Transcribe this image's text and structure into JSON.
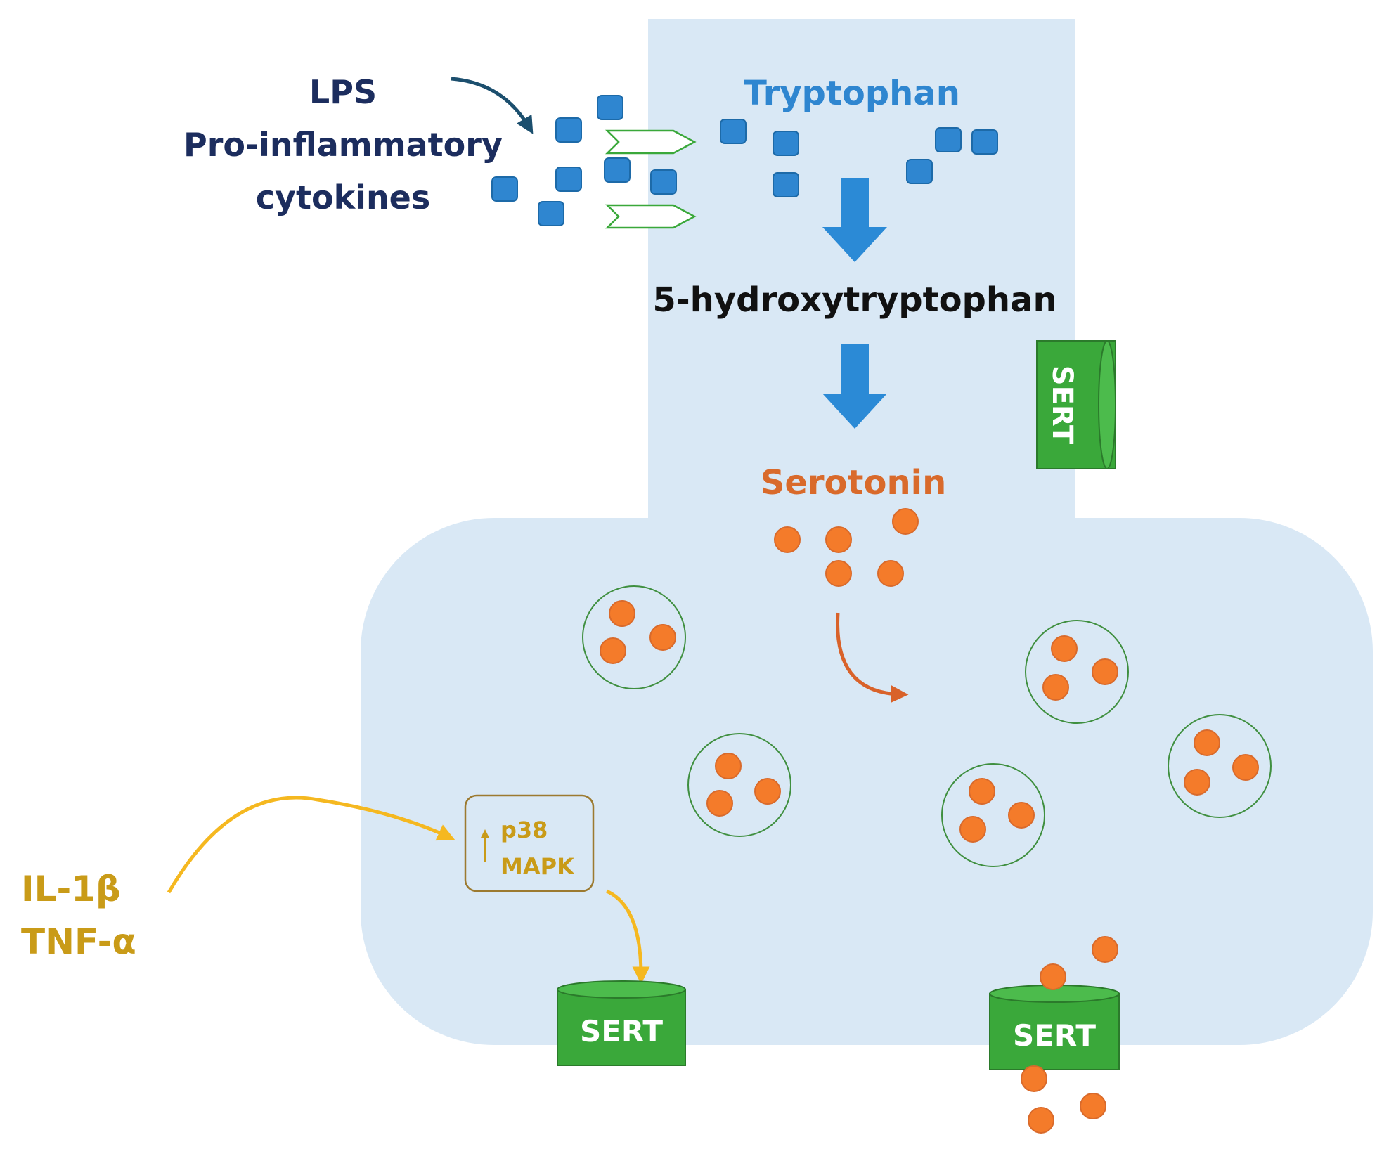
{
  "labels": {
    "lps": "LPS",
    "proinflammatory": "Pro-inflammatory",
    "cytokines": "cytokines",
    "tryptophan": "Tryptophan",
    "hydroxytryptophan": "5-hydroxytryptophan",
    "serotonin": "Serotonin",
    "sert_right": "SERT",
    "sert_bottom_left": "SERT",
    "sert_bottom_right": "SERT",
    "p38": "p38",
    "mapk": "MAPK",
    "il1b": "IL-1β",
    "tnfa": "TNF-α"
  },
  "colors": {
    "cell_fill": "#d9e8f5",
    "tryptophan_blue": "#2f86d0",
    "arrow_blue": "#2b8ad6",
    "dark_navy": "#1c2d5e",
    "serotonin_orange": "#d96a2b",
    "dot_orange": "#f47b2a",
    "sert_green": "#3aa83a",
    "cytokine_gold": "#c99b18",
    "vesicle_green": "#3f8f3f"
  }
}
